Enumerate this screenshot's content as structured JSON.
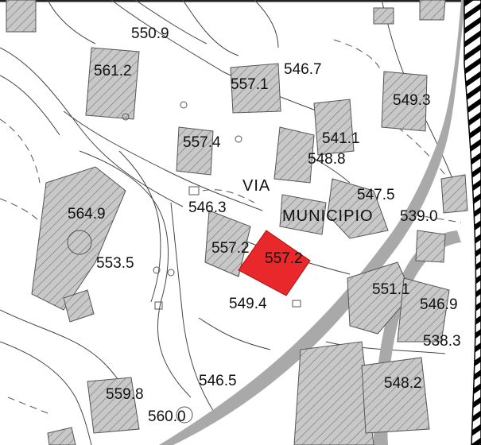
{
  "map": {
    "colors": {
      "building_fill": "#c8c8c8",
      "hatch": "#7a7a7a",
      "road_fill": "#a9a9a9",
      "highlight": "#e8282a",
      "linework": "#444444",
      "railway": "#000000"
    },
    "street_name": [
      "VIA",
      "MUNICIPIO"
    ],
    "elevations": [
      "550.9",
      "561.2",
      "557.1",
      "546.7",
      "549.3",
      "557.4",
      "541.1",
      "548.8",
      "546.3",
      "564.9",
      "547.5",
      "539.0",
      "557.2",
      "557.2",
      "553.5",
      "549.4",
      "551.1",
      "546.9",
      "538.3",
      "546.5",
      "548.2",
      "559.8",
      "560.0"
    ]
  }
}
